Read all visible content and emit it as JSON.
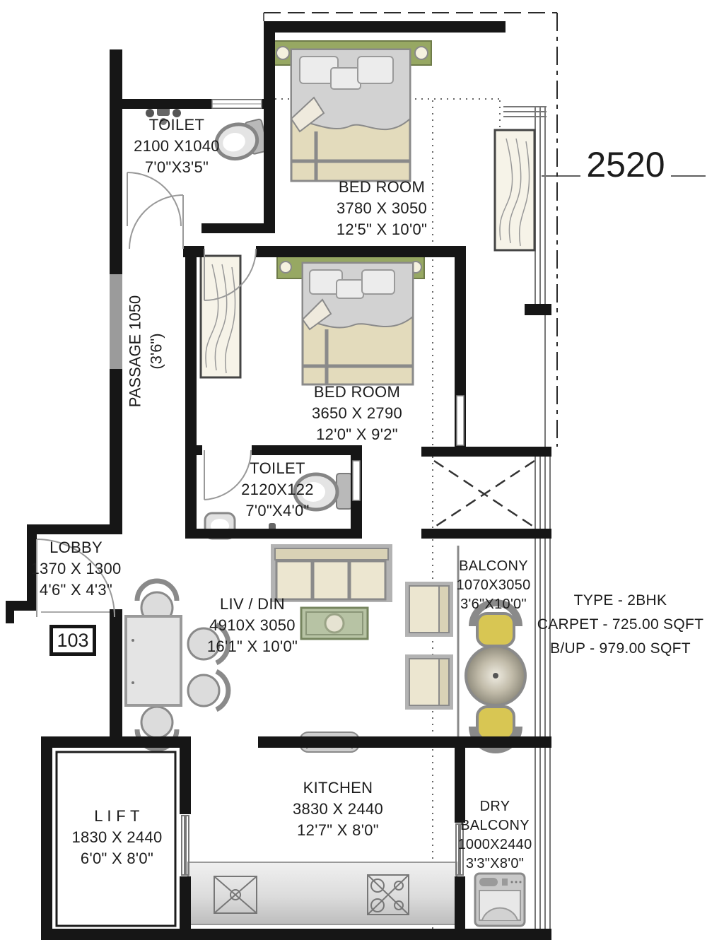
{
  "plan": {
    "dimension_top": "2520",
    "unit_number": "103",
    "summary": {
      "type": "TYPE - 2BHK",
      "carpet": "CARPET - 725.00 SQFT",
      "builtup": "B/UP - 979.00 SQFT"
    },
    "rooms": {
      "toilet_top": {
        "name": "TOILET",
        "dim_mm": "2100 X1040",
        "dim_ft": "7'0\"X3'5\""
      },
      "bedroom_top": {
        "name": "BED ROOM",
        "dim_mm": "3780 X 3050",
        "dim_ft": "12'5\" X 10'0\""
      },
      "passage": {
        "name": "PASSAGE 1050",
        "dim_ft": "(3'6\")"
      },
      "bedroom_mid": {
        "name": "BED ROOM",
        "dim_mm": "3650 X 2790",
        "dim_ft": "12'0\" X 9'2\""
      },
      "toilet_mid": {
        "name": "TOILET",
        "dim_mm": "2120X122",
        "dim_ft": "7'0\"X4'0\""
      },
      "lobby": {
        "name": "LOBBY",
        "dim_mm": "1370 X 1300",
        "dim_ft": "4'6\" X 4'3\""
      },
      "living_dining": {
        "name": "LIV / DIN",
        "dim_mm": "4910X 3050",
        "dim_ft": "16'1\" X 10'0\""
      },
      "balcony": {
        "name": "BALCONY",
        "dim_mm": "1070X3050",
        "dim_ft": "3'6\"X10'0\""
      },
      "kitchen": {
        "name": "KITCHEN",
        "dim_mm": "3830 X 2440",
        "dim_ft": "12'7\" X 8'0\""
      },
      "lift": {
        "name": "L I F T",
        "dim_mm": "1830 X 2440",
        "dim_ft": "6'0\" X 8'0\""
      },
      "dry_balcony": {
        "name_line1": "DRY",
        "name_line2": "BALCONY",
        "dim_mm": "1000X2440",
        "dim_ft": "3'3\"X8'0\""
      }
    },
    "colors": {
      "wall": "#161616",
      "headboard_olive": "#97a863",
      "balcony_chair_yellow": "#d8c653",
      "furniture_cream": "#ece6d0",
      "counter_gray": "#d9d9d9",
      "tv_unit_green": "#b7c3a4",
      "line_gray": "#8a8a8a"
    }
  }
}
